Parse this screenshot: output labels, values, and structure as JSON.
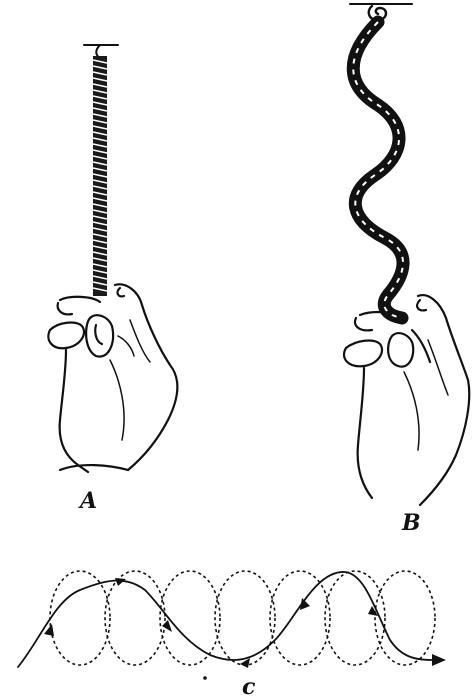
{
  "figure": {
    "panel_a": {
      "label": "A"
    },
    "panel_b": {
      "label": "B"
    },
    "panel_c": {
      "label": "c"
    }
  },
  "colors": {
    "ink": "#111111",
    "background": "#ffffff"
  }
}
